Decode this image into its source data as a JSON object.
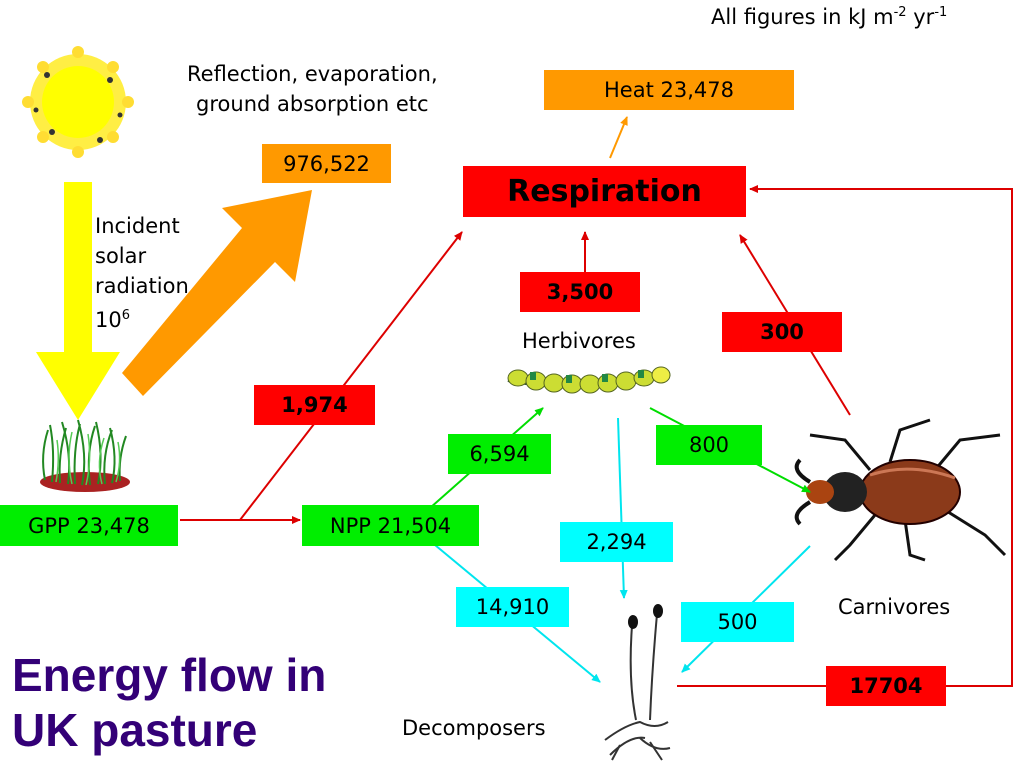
{
  "units_note": {
    "text": "All figures in kJ m",
    "sup1": "-2",
    "mid": " yr",
    "sup2": "-1"
  },
  "title": {
    "line1": "Energy flow in",
    "line2": "UK pasture"
  },
  "labels": {
    "reflection_line1": "Reflection, evaporation,",
    "reflection_line2": "ground absorption etc",
    "incident_line1": "Incident",
    "incident_line2": "solar",
    "incident_line3": "radiation",
    "incident_base": "10",
    "incident_exp": "6",
    "herbivores": "Herbivores",
    "carnivores": "Carnivores",
    "decomposers": "Decomposers"
  },
  "boxes": {
    "heat": "Heat  23,478",
    "reflection_value": "976,522",
    "respiration": "Respiration",
    "herbivore_respiration": "3,500",
    "carnivore_respiration": "300",
    "plant_respiration": "1,974",
    "herbivore_intake": "6,594",
    "carnivore_intake": "800",
    "gpp": "GPP 23,478",
    "npp": "NPP 21,504",
    "herbivore_decomp": "2,294",
    "npp_decomp": "14,910",
    "carnivore_decomp": "500",
    "decomposer_respiration": "17704"
  },
  "colors": {
    "production_box": "#00ee00",
    "respiration_box": "#ff0000",
    "heat_box": "#ff9900",
    "decomposition_box": "#00ffff",
    "solar_arrow": "#ffff00",
    "reflection_arrow": "#ff9900",
    "title": "#330077"
  }
}
